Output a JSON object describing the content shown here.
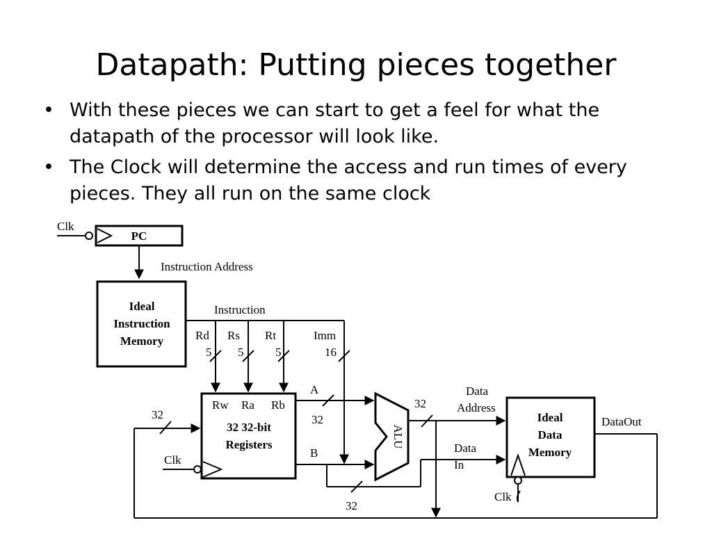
{
  "slide": {
    "title": "Datapath: Putting pieces together",
    "bullets": [
      "With these pieces we can start to get a feel for what the datapath of the processor will look like.",
      "The Clock will determine the access and run times of every pieces. They all run on the same clock"
    ],
    "bullet_char": "•"
  },
  "diagram": {
    "pc_label": "PC",
    "pc_clk": "Clk",
    "instruction_address": "Instruction Address",
    "imem": [
      "Ideal",
      "Instruction",
      "Memory"
    ],
    "instruction": "Instruction",
    "fields": {
      "rd": "Rd",
      "rs": "Rs",
      "rt": "Rt",
      "imm": "Imm"
    },
    "widths": {
      "rd": "5",
      "rs": "5",
      "rt": "5",
      "imm": "16",
      "wdata": "32",
      "a": "32",
      "alu_out": "32",
      "b": "32"
    },
    "regs": {
      "rw": "Rw",
      "ra": "Ra",
      "rb": "Rb",
      "line1": "32 32-bit",
      "line2": "Registers",
      "clk": "Clk"
    },
    "bus_a": "A",
    "bus_b": "B",
    "alu": "ALU",
    "data_address": [
      "Data",
      "Address"
    ],
    "data_in": [
      "Data",
      "In"
    ],
    "dmem": [
      "Ideal",
      "Data",
      "Memory"
    ],
    "dmem_clk": "Clk",
    "data_out": "DataOut"
  }
}
